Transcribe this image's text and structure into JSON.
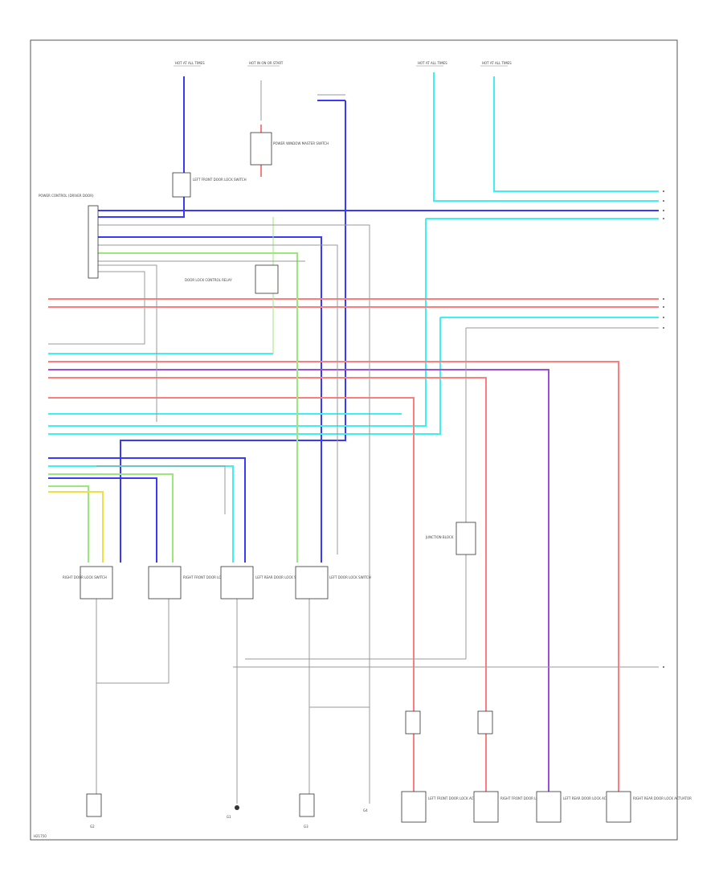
{
  "title": "",
  "footer_code": "H21750",
  "colors": {
    "blue": "#3a3aff",
    "cyan": "#3ff0f0",
    "red": "#ff7d7d",
    "green": "#9be87a",
    "purple": "#9a4fd8",
    "yellow": "#f0e040",
    "gray": "#9a9a9a",
    "dark": "#303030"
  },
  "fuses": [
    "HOT AT ALL TIMES",
    "HOT IN ON OR START",
    "HOT AT ALL TIMES",
    "HOT AT ALL TIMES"
  ],
  "module": "POWER CONTROL (DRIVER DOOR)",
  "components": [
    "LEFT FRONT DOOR LOCK SWITCH",
    "POWER WINDOW MASTER SWITCH",
    "DOOR LOCK CONTROL RELAY",
    "RIGHT DOOR LOCK SWITCH",
    "RIGHT FRONT DOOR LOCK SWITCH",
    "LEFT REAR DOOR LOCK SWITCH",
    "LEFT DOOR LOCK SWITCH",
    "JUNCTION BLOCK",
    "LEFT FRONT DOOR LOCK ACTUATOR",
    "RIGHT FRONT DOOR LOCK ACTUATOR",
    "LEFT REAR DOOR LOCK ACTUATOR",
    "RIGHT REAR DOOR LOCK ACTUATOR"
  ],
  "grounds": [
    "G1",
    "G2",
    "G3",
    "G4"
  ]
}
